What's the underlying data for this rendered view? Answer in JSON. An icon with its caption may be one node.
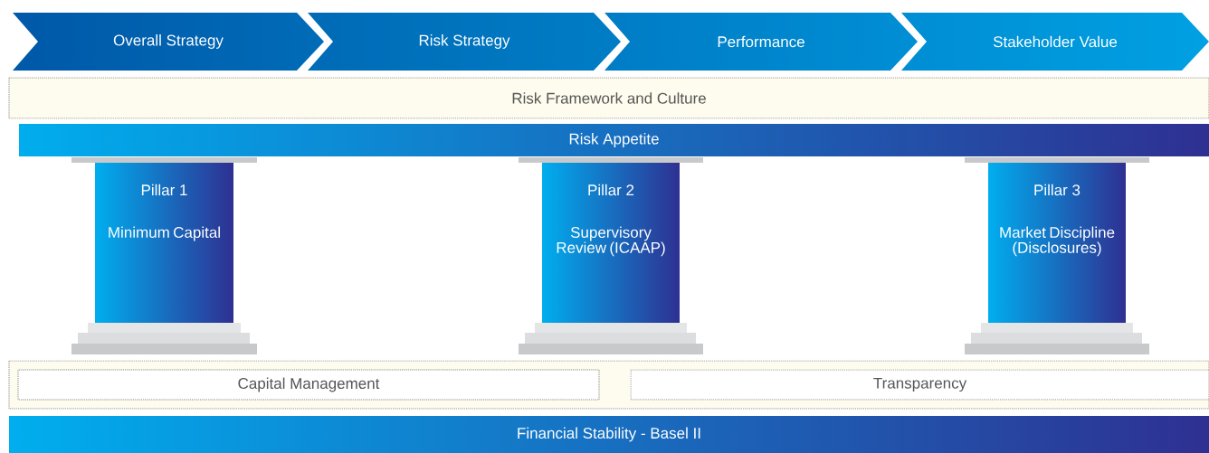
{
  "diagram": {
    "nodes": [
      {
        "text": [
          "Overall Strategy"
        ]
      },
      {
        "text": [
          "Risk Strategy"
        ]
      },
      {
        "text": [
          "Performance"
        ]
      },
      {
        "text": [
          "Stakeholder Value"
        ]
      },
      {
        "text": [
          "Risk Framework and Culture"
        ]
      },
      {
        "text": [
          "Risk Appetite"
        ]
      },
      {
        "text": [
          "Pillar 1",
          "Minimum Capital"
        ]
      },
      {
        "text": [
          "Pillar 2",
          "Supervisory Review (ICAAP)"
        ]
      },
      {
        "text": [
          "Pillar 3",
          "Market Discipline (Disclosures)"
        ]
      },
      {
        "text": [],
        "shape": "box"
      },
      {
        "text": [
          "Capital Management"
        ],
        "in": 9
      },
      {
        "text": [
          "Transparency"
        ],
        "in": 9
      },
      {
        "text": [
          "Financial Stability - Basel II"
        ]
      }
    ]
  }
}
